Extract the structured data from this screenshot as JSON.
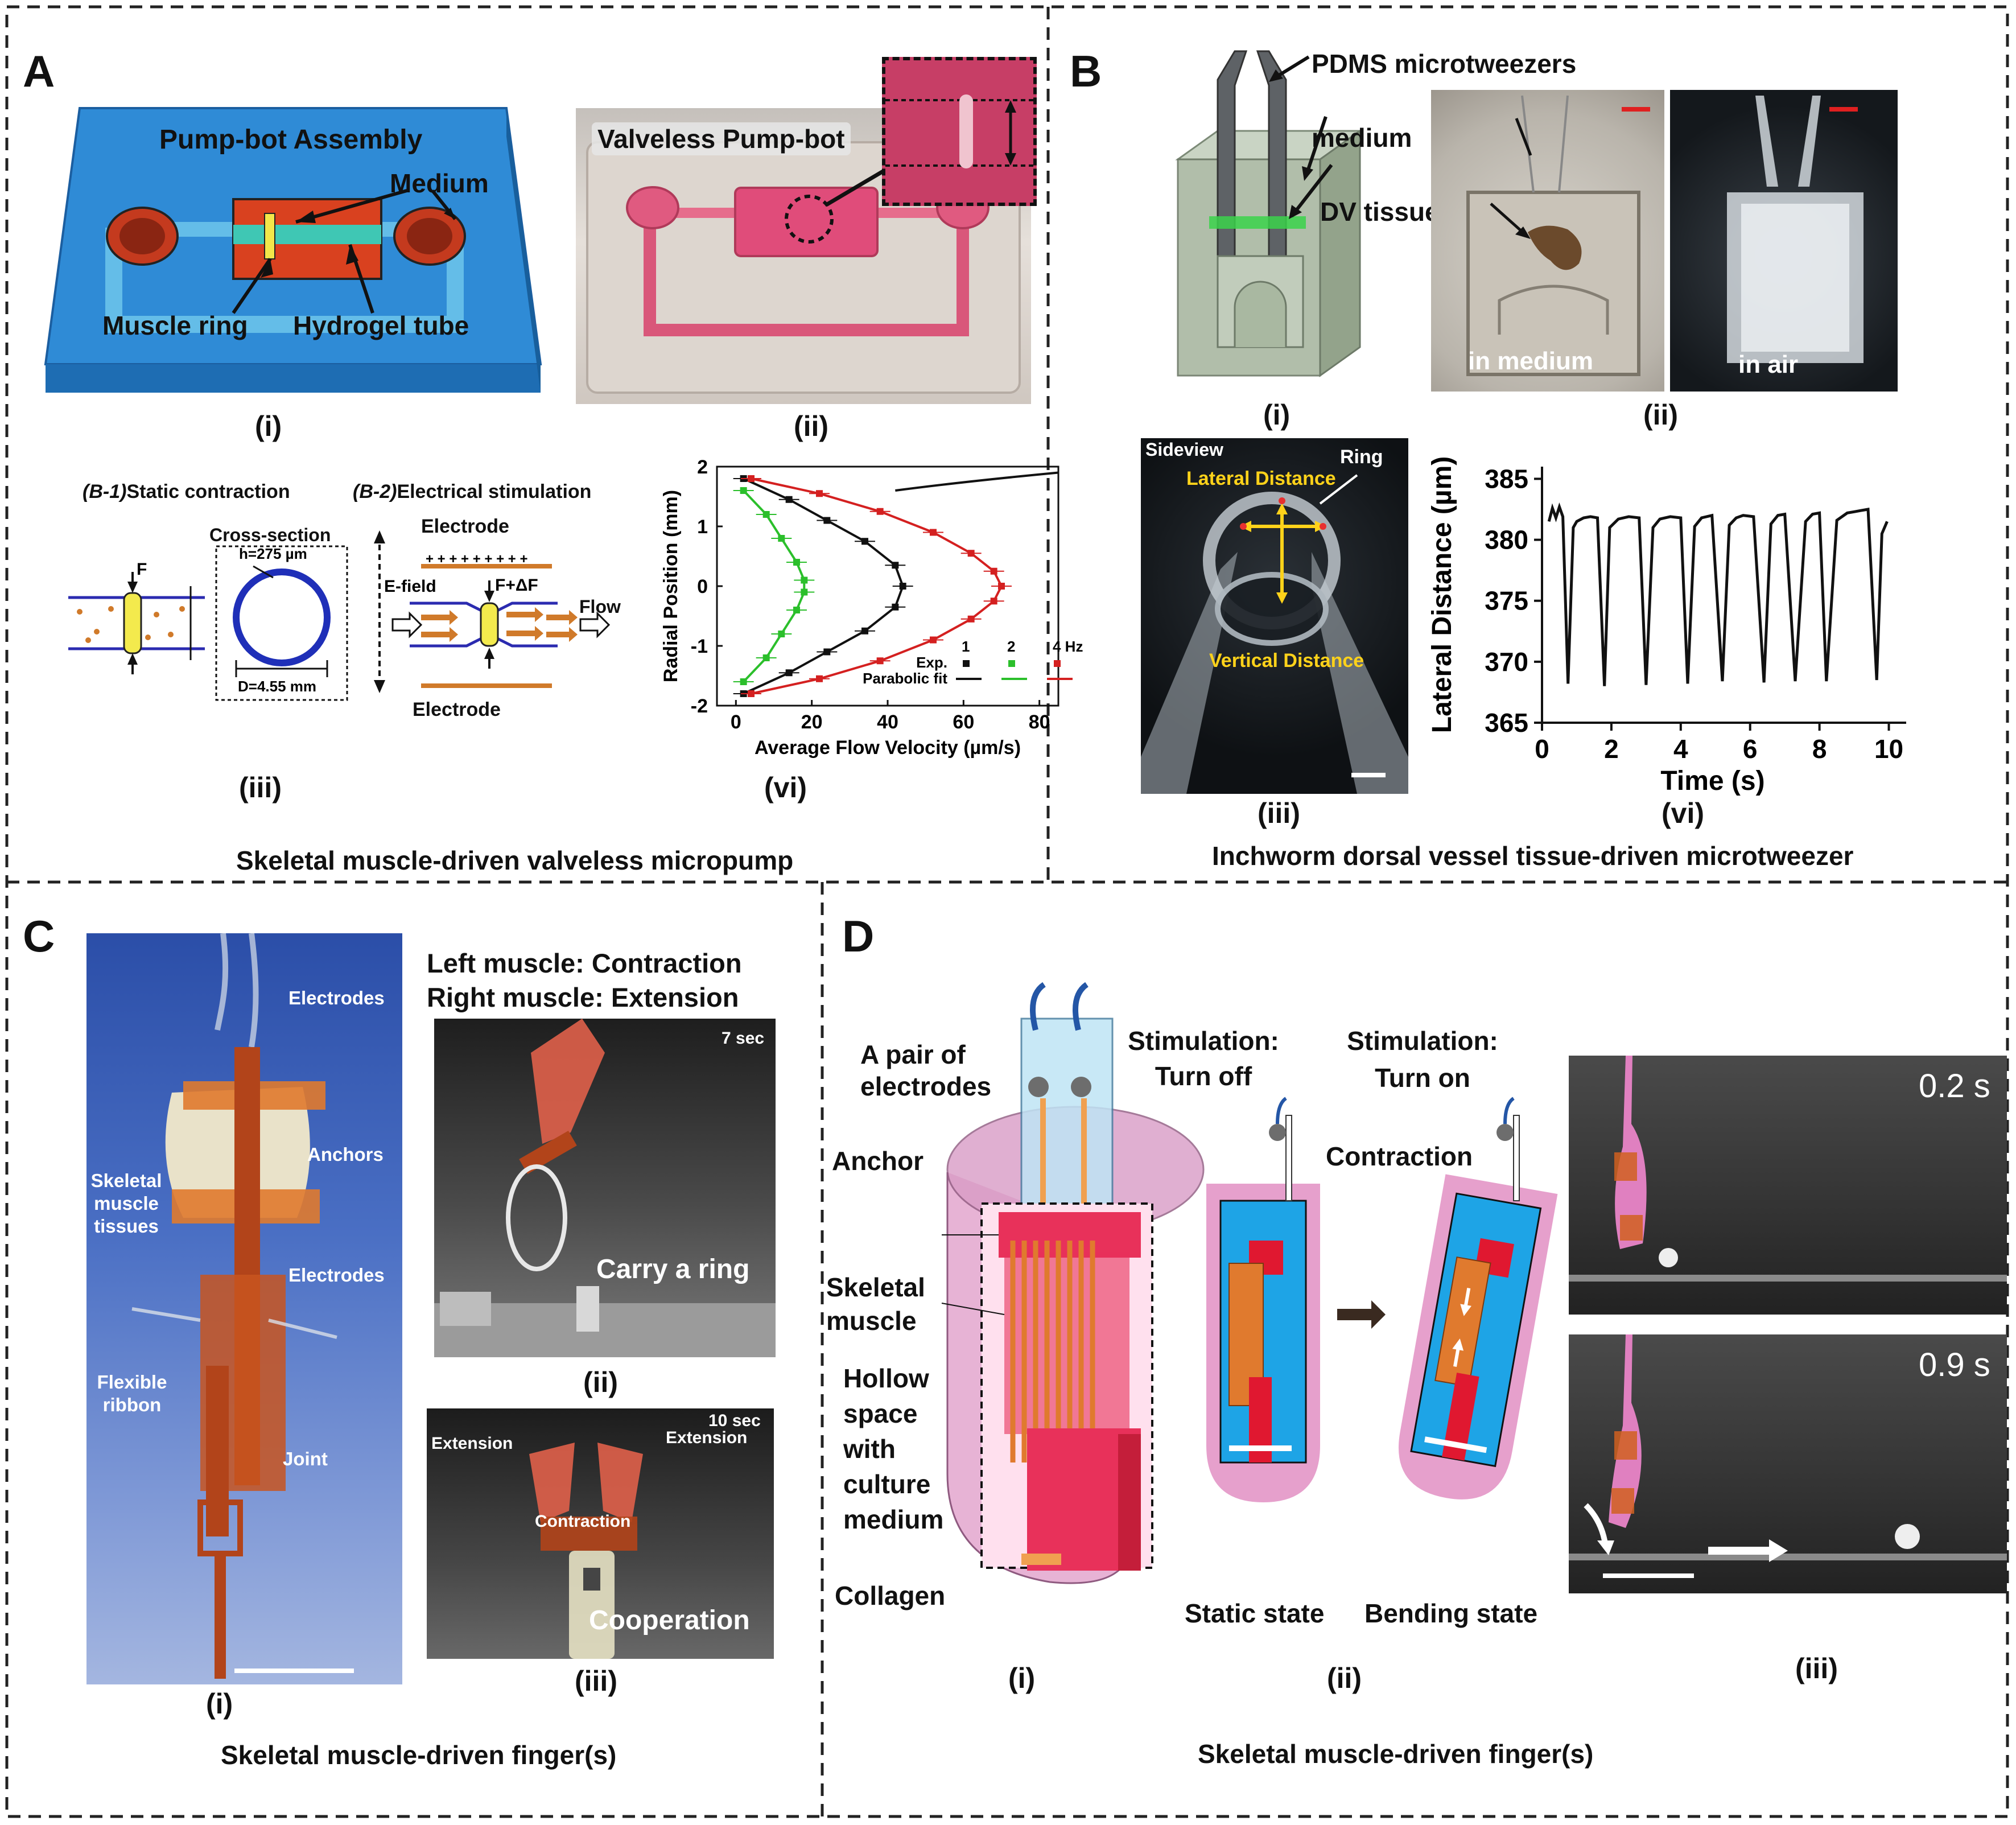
{
  "panelA": {
    "letter": "A",
    "caption": "Skeletal muscle-driven valveless micropump",
    "i": {
      "sub": "(i)",
      "title": "Pump-bot Assembly",
      "medium": "Medium",
      "muscle_ring": "Muscle ring",
      "hydrogel_tube": "Hydrogel tube"
    },
    "ii": {
      "sub": "(ii)",
      "title": "Valveless Pump-bot"
    },
    "iii": {
      "sub": "(iii)",
      "b1": "(B-1)",
      "b1_text": "Static contraction",
      "b2": "(B-2)",
      "b2_text": "Electrical stimulation",
      "cross_section": "Cross-section",
      "h": "h=275 µm",
      "d": "D=4.55 mm",
      "f": "F",
      "f_delta": "F+ΔF",
      "electrode_top": "Electrode",
      "electrode_bottom": "Electrode",
      "efield": "E-field",
      "flow": "Flow"
    },
    "vi": {
      "sub": "(vi)"
    }
  },
  "panelB": {
    "letter": "B",
    "caption": "Inchworm dorsal vessel tissue-driven microtweezer",
    "i": {
      "sub": "(i)",
      "tweezers": "PDMS microtweezers",
      "medium": "medium",
      "dv": "DV tissue"
    },
    "ii": {
      "sub": "(ii)",
      "in_medium": "in medium",
      "in_air": "in air"
    },
    "iii": {
      "sub": "(iii)",
      "sideview": "Sideview",
      "ring": "Ring",
      "lateral": "Lateral Distance",
      "vertical": "Vertical Distance"
    },
    "vi": {
      "sub": "(vi)"
    }
  },
  "panelC": {
    "letter": "C",
    "caption": "Skeletal muscle-driven finger(s)",
    "i": {
      "sub": "(i)",
      "electrodes1": "Electrodes",
      "anchors": "Anchors",
      "skeletal1": "Skeletal",
      "skeletal2": "muscle",
      "skeletal3": "tissues",
      "electrodes2": "Electrodes",
      "flexible1": "Flexible",
      "flexible2": "ribbon",
      "joint": "Joint"
    },
    "head1": "Left muscle: Contraction",
    "head2": "Right muscle: Extension",
    "ii": {
      "sub": "(ii)",
      "time": "7 sec",
      "label": "Carry a ring"
    },
    "iii": {
      "sub": "(iii)",
      "time": "10 sec",
      "ext_l": "Extension",
      "ext_r": "Extension",
      "contraction": "Contraction",
      "label": "Cooperation"
    }
  },
  "panelD": {
    "letter": "D",
    "caption": "Skeletal muscle-driven finger(s)",
    "i": {
      "sub": "(i)",
      "pair1": "A pair of",
      "pair2": "electrodes",
      "anchor": "Anchor",
      "sk1": "Skeletal",
      "sk2": "muscle",
      "h1": "Hollow",
      "h2": "space",
      "h3": "with",
      "h4": "culture",
      "h5": "medium",
      "collagen": "Collagen"
    },
    "ii": {
      "sub": "(ii)",
      "off1": "Stimulation:",
      "off2": "Turn off",
      "on1": "Stimulation:",
      "on2": "Turn on",
      "contraction": "Contraction",
      "static": "Static state",
      "bending": "Bending state"
    },
    "iii": {
      "sub": "(iii)",
      "t1": "0.2 s",
      "t2": "0.9 s"
    }
  },
  "chart_data": [
    {
      "type": "scatter",
      "xlabel": "Average Flow Velocity (µm/s)",
      "ylabel": "Radial Position (mm)",
      "xlim": [
        -5,
        85
      ],
      "ylim": [
        -2,
        2
      ],
      "xticks": [
        0,
        20,
        40,
        60,
        80
      ],
      "yticks": [
        -2,
        -1,
        0,
        1,
        2
      ],
      "legend": {
        "exp_label": "Exp.",
        "fit_label": "Parabolic fit",
        "freqs": [
          "1",
          "2",
          "4 Hz"
        ]
      },
      "series": [
        {
          "name": "1",
          "color": "#111111",
          "x": [
            2,
            14,
            24,
            34,
            42,
            44,
            42,
            34,
            24,
            14,
            2
          ],
          "y": [
            1.8,
            1.45,
            1.1,
            0.75,
            0.35,
            0.0,
            -0.35,
            -0.75,
            -1.1,
            -1.45,
            -1.8
          ]
        },
        {
          "name": "2",
          "color": "#2bbf2b",
          "x": [
            2,
            8,
            12,
            16,
            18,
            18,
            16,
            12,
            8,
            2
          ],
          "y": [
            1.6,
            1.2,
            0.8,
            0.4,
            0.1,
            -0.1,
            -0.4,
            -0.8,
            -1.2,
            -1.6
          ]
        },
        {
          "name": "4 Hz",
          "color": "#d42020",
          "x": [
            4,
            22,
            38,
            52,
            62,
            68,
            70,
            68,
            62,
            52,
            38,
            22,
            4
          ],
          "y": [
            1.8,
            1.55,
            1.25,
            0.9,
            0.55,
            0.25,
            0.0,
            -0.25,
            -0.55,
            -0.9,
            -1.25,
            -1.55,
            -1.8
          ]
        }
      ]
    },
    {
      "type": "line",
      "xlabel": "Time (s)",
      "ylabel": "Lateral Distance (µm)",
      "xlim": [
        0,
        10.5
      ],
      "ylim": [
        365,
        386
      ],
      "xticks": [
        0,
        2,
        4,
        6,
        8,
        10
      ],
      "yticks": [
        365,
        370,
        375,
        380,
        385
      ],
      "series": [
        {
          "name": "",
          "color": "#111111",
          "x": [
            0.2,
            0.3,
            0.4,
            0.5,
            0.6,
            0.75,
            0.9,
            1.0,
            1.2,
            1.4,
            1.6,
            1.8,
            1.95,
            2.2,
            2.5,
            2.8,
            3.0,
            3.2,
            3.4,
            3.7,
            4.0,
            4.2,
            4.4,
            4.6,
            4.9,
            5.2,
            5.4,
            5.6,
            5.8,
            6.1,
            6.4,
            6.6,
            6.8,
            7.0,
            7.3,
            7.6,
            7.8,
            8.0,
            8.2,
            8.5,
            8.8,
            9.0,
            9.2,
            9.4,
            9.65,
            9.8,
            9.95
          ],
          "y": [
            381.5,
            382.6,
            381.8,
            382.7,
            381.9,
            368.2,
            381.0,
            381.5,
            381.8,
            381.9,
            381.8,
            368.0,
            381.0,
            381.7,
            381.9,
            381.8,
            368.1,
            381.0,
            381.7,
            381.9,
            381.8,
            368.2,
            381.1,
            381.8,
            382.0,
            368.4,
            381.2,
            381.8,
            382.0,
            381.9,
            368.3,
            381.3,
            382.0,
            382.1,
            368.4,
            381.5,
            382.1,
            382.2,
            368.4,
            381.6,
            382.2,
            382.3,
            382.4,
            382.5,
            368.5,
            380.5,
            381.5
          ]
        }
      ]
    }
  ]
}
